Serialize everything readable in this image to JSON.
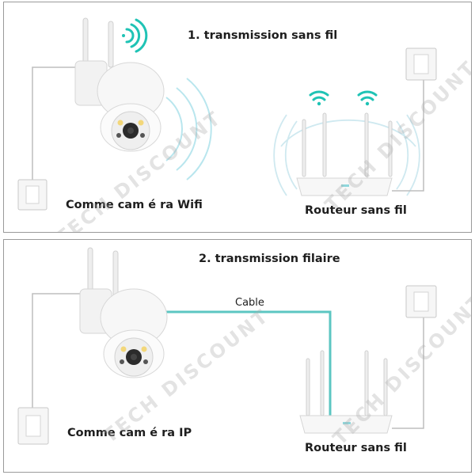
{
  "sections": [
    {
      "title": "1. transmission sans fil",
      "camera_caption": "Comme cam é ra Wifi",
      "router_caption": "Routeur sans fil"
    },
    {
      "title": "2. transmission filaire",
      "cable_label": "Cable",
      "camera_caption": "Comme cam é ra IP",
      "router_caption": "Routeur sans fil"
    }
  ],
  "watermark": "TECH DISCOUNT",
  "colors": {
    "cable": "#5cc6c2",
    "wifi_icon": "#1fc3b5",
    "wifi_arcs": "#b9e6ee",
    "border": "#9a9a9a"
  }
}
